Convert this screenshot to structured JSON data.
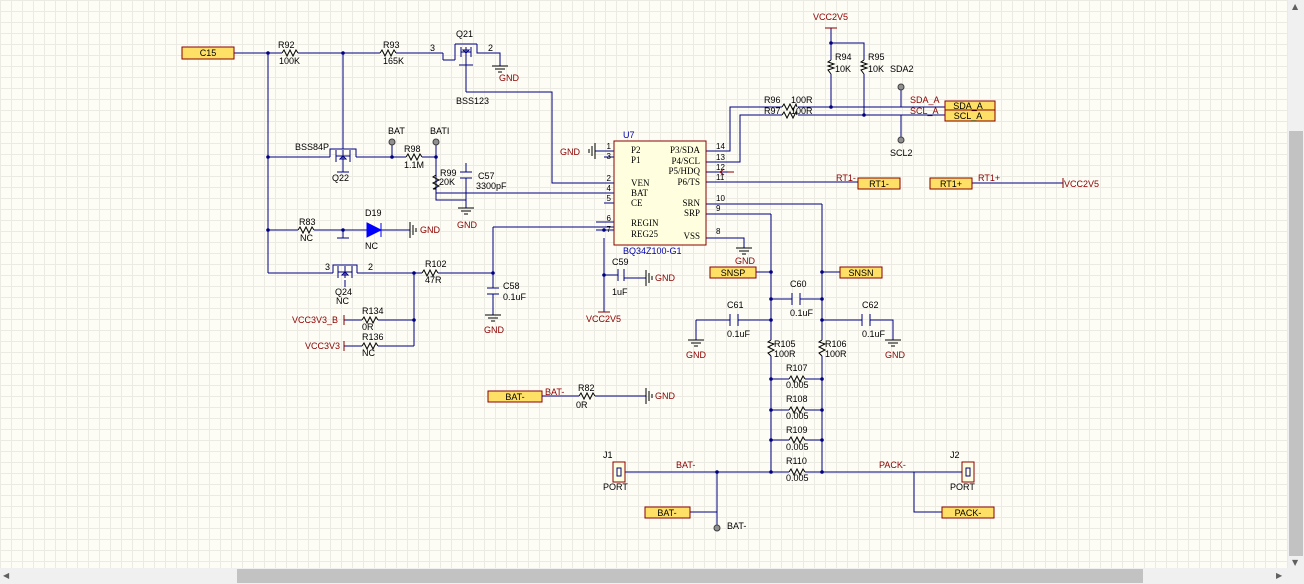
{
  "ports": {
    "c15": "C15",
    "sda_a": "SDA_A",
    "scl_a": "SCL_A",
    "rt1m": "RT1-",
    "rt1p": "RT1+",
    "snsp": "SNSP",
    "snsn": "SNSN",
    "batm1": "BAT-",
    "batm2": "BAT-",
    "packm": "PACK-"
  },
  "nets": {
    "vcc2v5_top": "VCC2V5",
    "vcc2v5_right": "VCC2V5",
    "vcc2v5_bottom": "VCC2V5",
    "vcc3v3_b": "VCC3V3_B",
    "vcc3v3": "VCC3V3",
    "sda_a": "SDA_A",
    "scl_a": "SCL_A",
    "rt1m": "RT1-",
    "rt1p": "RT1+",
    "batm_port": "BAT-",
    "batm_wire": "BAT-",
    "packm_wire": "PACK-",
    "gnd": "GND"
  },
  "components": {
    "r92": {
      "ref": "R92",
      "val": "100K"
    },
    "r93": {
      "ref": "R93",
      "val": "165K"
    },
    "q21": {
      "ref": "Q21",
      "val": "BSS123"
    },
    "q22": {
      "ref": "Q22",
      "val": "BSS84P"
    },
    "r98": {
      "ref": "R98",
      "val": "1.1M"
    },
    "r99": {
      "ref": "R99",
      "val": "20K"
    },
    "c57": {
      "ref": "C57",
      "val": "3300pF"
    },
    "r83": {
      "ref": "R83",
      "val": "NC"
    },
    "d19": {
      "ref": "D19",
      "val": "NC"
    },
    "q24": {
      "ref": "Q24",
      "val": "NC"
    },
    "r102": {
      "ref": "R102",
      "val": "47R"
    },
    "c58": {
      "ref": "C58",
      "val": "0.1uF"
    },
    "r134": {
      "ref": "R134",
      "val": "0R"
    },
    "r136": {
      "ref": "R136",
      "val": "NC"
    },
    "u7": {
      "ref": "U7",
      "val": "BQ34Z100-G1"
    },
    "c59": {
      "ref": "C59",
      "val": "1uF"
    },
    "r94": {
      "ref": "R94",
      "val": "10K"
    },
    "r95": {
      "ref": "R95",
      "val": "10K"
    },
    "r96": {
      "ref": "R96",
      "val": "100R"
    },
    "r97": {
      "ref": "R97",
      "val": "100R"
    },
    "c60": {
      "ref": "C60",
      "val": "0.1uF"
    },
    "c61": {
      "ref": "C61",
      "val": "0.1uF"
    },
    "c62": {
      "ref": "C62",
      "val": "0.1uF"
    },
    "r105": {
      "ref": "R105",
      "val": "100R"
    },
    "r106": {
      "ref": "R106",
      "val": "100R"
    },
    "r107": {
      "ref": "R107",
      "val": "0.005"
    },
    "r108": {
      "ref": "R108",
      "val": "0.005"
    },
    "r109": {
      "ref": "R109",
      "val": "0.005"
    },
    "r110": {
      "ref": "R110",
      "val": "0.005"
    },
    "r82": {
      "ref": "R82",
      "val": "0R"
    },
    "j1": {
      "ref": "J1",
      "val": "PORT"
    },
    "j2": {
      "ref": "J2",
      "val": "PORT"
    }
  },
  "testpoints": {
    "bat": "BAT",
    "bati": "BATI",
    "sda2": "SDA2",
    "scl2": "SCL2",
    "batm": "BAT-"
  },
  "u7_pins": {
    "left": [
      {
        "num": "1",
        "name": "P2"
      },
      {
        "num": "3",
        "name": "P1"
      },
      {
        "num": "2",
        "name": "VEN"
      },
      {
        "num": "4",
        "name": "BAT"
      },
      {
        "num": "5",
        "name": "CE"
      },
      {
        "num": "6",
        "name": "REGIN"
      },
      {
        "num": "7",
        "name": "REG25"
      }
    ],
    "right": [
      {
        "num": "14",
        "name": "P3/SDA"
      },
      {
        "num": "13",
        "name": "P4/SCL"
      },
      {
        "num": "12",
        "name": "P5/HDQ"
      },
      {
        "num": "11",
        "name": "P6/TS"
      },
      {
        "num": "10",
        "name": "SRN"
      },
      {
        "num": "9",
        "name": "SRP"
      },
      {
        "num": "8",
        "name": "VSS"
      }
    ]
  },
  "pin_numbers": {
    "q21_3": "3",
    "q21_2": "2",
    "q24_3": "3",
    "q24_2": "2"
  },
  "colors": {
    "wire": "#000080",
    "net_label": "#8b0000",
    "port_fill": "#ffe066",
    "grid": "#ecebe3",
    "background": "#fdfcf5"
  }
}
